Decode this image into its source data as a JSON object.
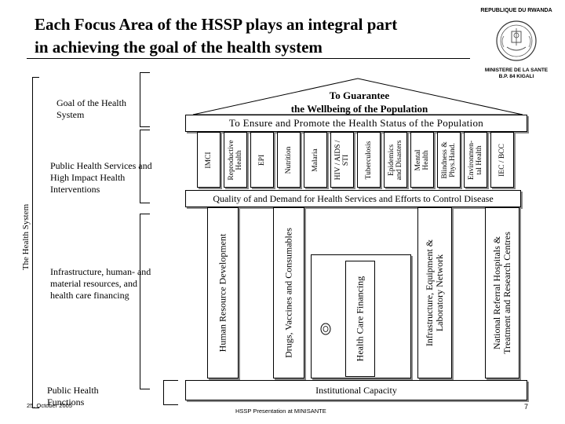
{
  "title_line1": "Each Focus Area of the HSSP plays an integral part",
  "title_line2": "in achieving the goal of the health system",
  "logo": {
    "top_text": "REPUBLIQUE DU RWANDA",
    "ministry": "MINISTERE DE LA SANTE",
    "address": "B.P. 84 KIGALI"
  },
  "side_label": "The Health System",
  "left_labels": {
    "goal": "Goal of the Health System",
    "public_health_services": "Public Health Services and High Impact Health Interventions",
    "infrastructure": "Infrastructure, human- and material resources, and health care financing",
    "public_health_functions": "Public Health Functions"
  },
  "roof": {
    "line1": "To Guarantee",
    "line2": "the Wellbeing of the Population"
  },
  "promote_bar": "To Ensure and Promote the Health Status of the Population",
  "programs": [
    {
      "line1": "IMCI",
      "line2": ""
    },
    {
      "line1": "Reproductive",
      "line2": "Health"
    },
    {
      "line1": "EPI",
      "line2": ""
    },
    {
      "line1": "Nutrition",
      "line2": ""
    },
    {
      "line1": "Malaria",
      "line2": ""
    },
    {
      "line1": "HIV / AIDS /",
      "line2": "STI"
    },
    {
      "line1": "Tuberculosis",
      "line2": ""
    },
    {
      "line1": "Epidemics",
      "line2": "and Disasters"
    },
    {
      "line1": "Mental",
      "line2": "Health"
    },
    {
      "line1": "Blindness &",
      "line2": "Phys.Hand."
    },
    {
      "line1": "Environmen-",
      "line2": "tal Health"
    },
    {
      "line1": "IEC / BCC",
      "line2": ""
    }
  ],
  "quality_bar": "Quality of and Demand for Health Services and Efforts to Control Disease",
  "pillars": [
    {
      "line1": "Human Resource Development",
      "line2": ""
    },
    {
      "line1": "Drugs, Vaccines and Consumables",
      "line2": ""
    },
    {
      "line1": "Health Care Financing",
      "line2": ""
    },
    {
      "line1": "Infrastructure, Equipment &",
      "line2": "Laboratory Network"
    },
    {
      "line1": "National Referral Hospitals &",
      "line2": "Treatment and Research Centres"
    }
  ],
  "base_bar": "Institutional Capacity",
  "footer": {
    "date": "25. October 2005",
    "center": "HSSP Presentation at MINISANTE",
    "page": "7"
  }
}
